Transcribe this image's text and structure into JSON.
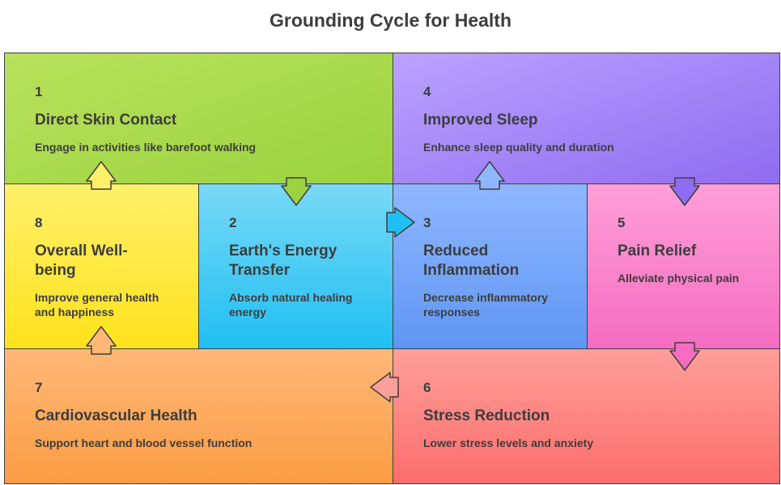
{
  "title": "Grounding Cycle for Health",
  "steps": {
    "s1": {
      "num": "1",
      "title": "Direct Skin Contact",
      "desc": "Engage in activities like barefoot walking",
      "color": "#9bd23f"
    },
    "s2": {
      "num": "2",
      "title": "Earth's Energy Transfer",
      "desc": "Absorb natural healing energy",
      "color": "#1fbff3"
    },
    "s3": {
      "num": "3",
      "title": "Reduced Inflammation",
      "desc": "Decrease inflammatory responses",
      "color": "#5f96f3"
    },
    "s4": {
      "num": "4",
      "title": "Improved Sleep",
      "desc": "Enhance sleep quality and duration",
      "color": "#8f6cf0"
    },
    "s5": {
      "num": "5",
      "title": "Pain Relief",
      "desc": "Alleviate physical pain",
      "color": "#f56cc0"
    },
    "s6": {
      "num": "6",
      "title": "Stress Reduction",
      "desc": "Lower stress levels and anxiety",
      "color": "#fb6d6d"
    },
    "s7": {
      "num": "7",
      "title": "Cardiovascular Health",
      "desc": "Support heart and blood vessel function",
      "color": "#fb9c44"
    },
    "s8": {
      "num": "8",
      "title": "Overall Well-being",
      "desc": "Improve general health and happiness",
      "color": "#ffe21c"
    }
  },
  "arrow_icons": [
    "arrow-down-icon",
    "arrow-right-icon",
    "arrow-up-icon",
    "arrow-left-icon"
  ]
}
